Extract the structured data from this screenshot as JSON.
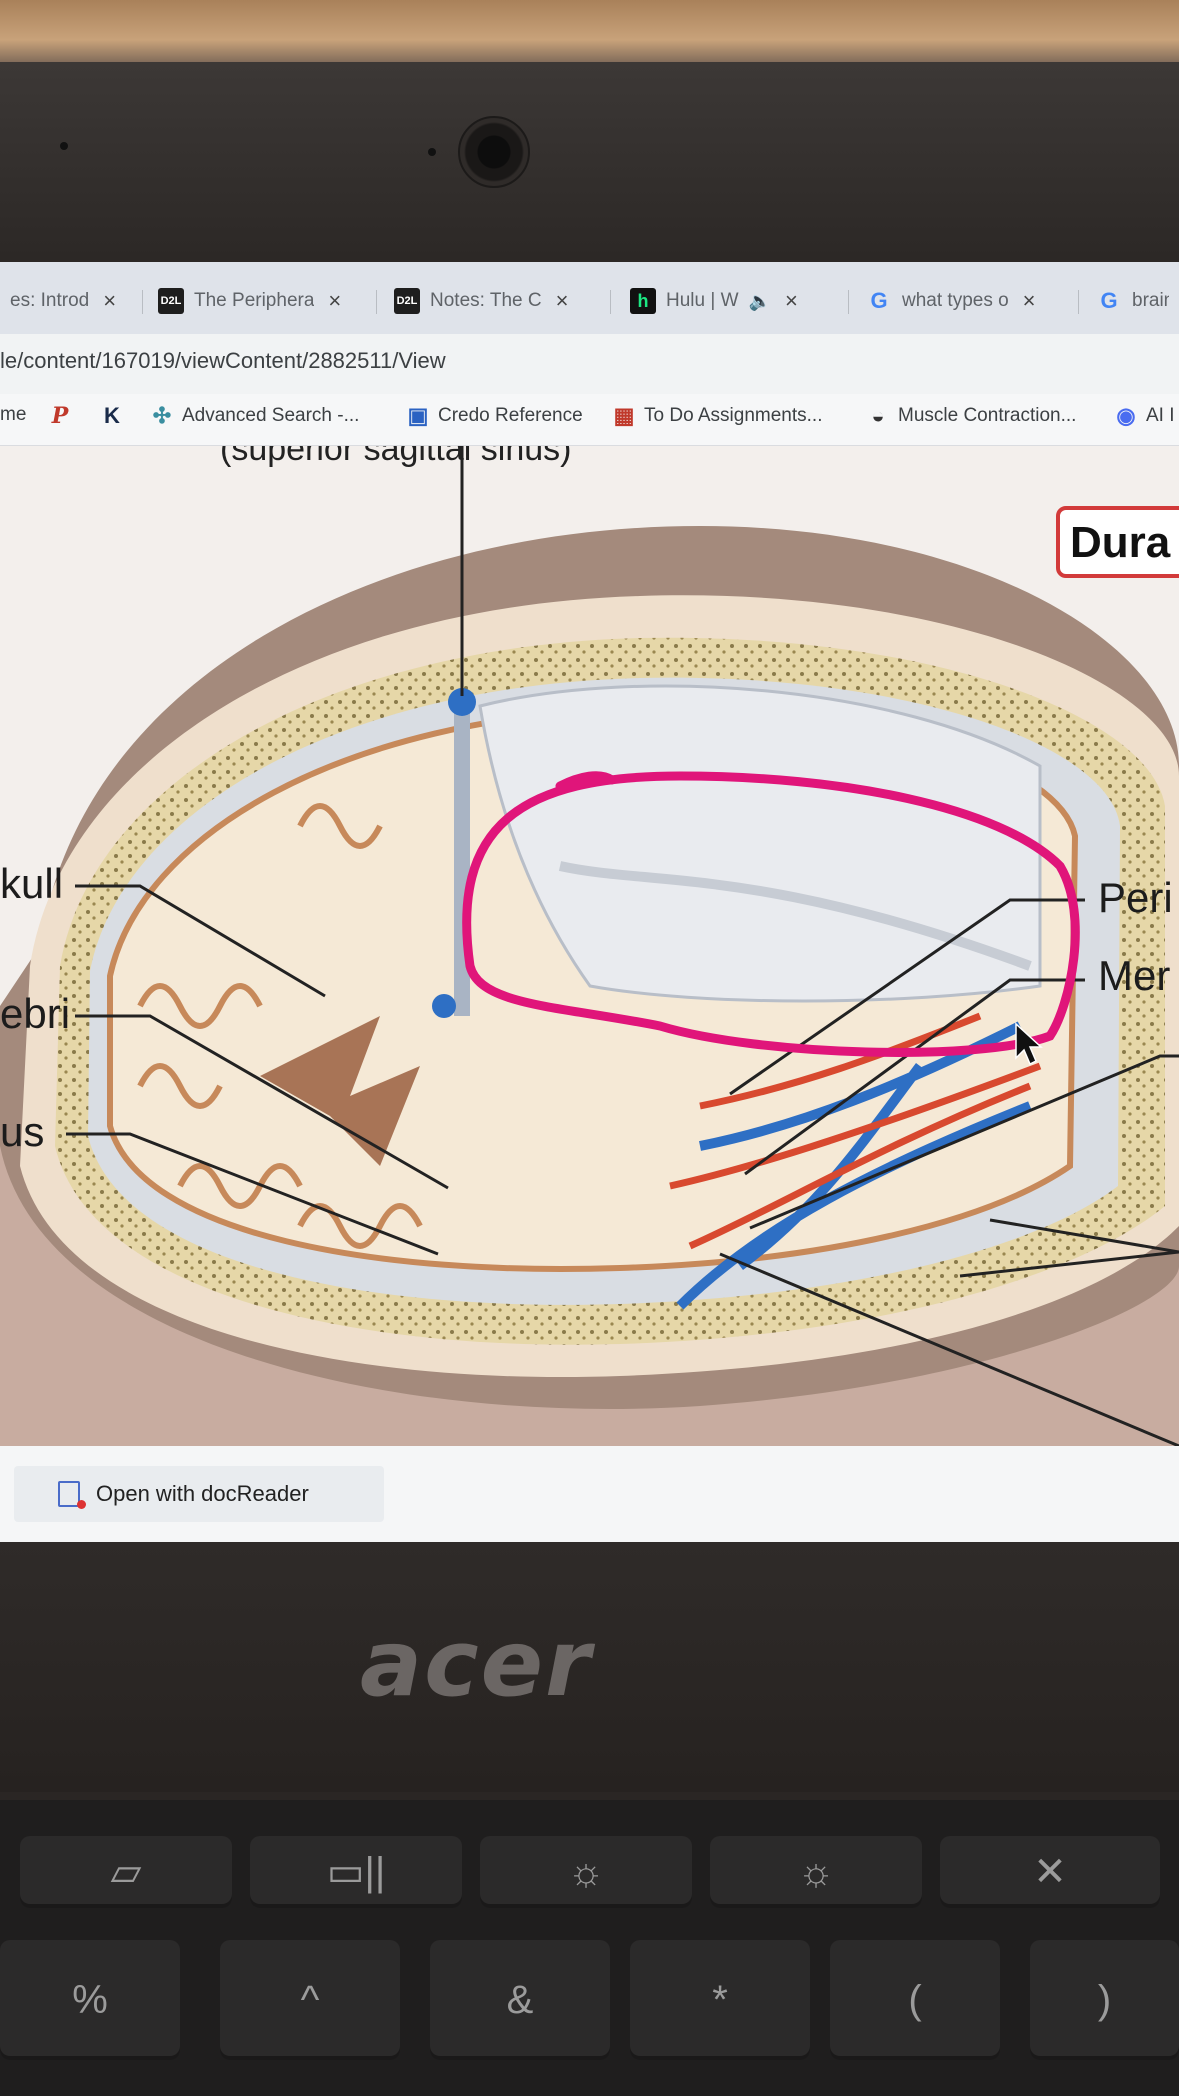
{
  "browser": {
    "tabs": [
      {
        "label": "es: Introd",
        "favicon": ""
      },
      {
        "label": "The Periphera",
        "favicon": "D2L"
      },
      {
        "label": "Notes: The C",
        "favicon": "D2L"
      },
      {
        "label": "Hulu | W",
        "favicon": "h"
      },
      {
        "label": "what types o",
        "favicon": "G"
      },
      {
        "label": "brain",
        "favicon": "G"
      }
    ],
    "url": "le/content/167019/viewContent/2882511/View",
    "bookmarks": [
      {
        "label": "me",
        "icon": ""
      },
      {
        "label": "",
        "icon": "P"
      },
      {
        "label": "",
        "icon": "K"
      },
      {
        "label": "Advanced Search -...",
        "icon": "✣"
      },
      {
        "label": "Credo Reference",
        "icon": "▣"
      },
      {
        "label": "To Do Assignments...",
        "icon": "▦"
      },
      {
        "label": "Muscle Contraction...",
        "icon": "◒"
      },
      {
        "label": "AI I",
        "icon": "◉"
      }
    ]
  },
  "diagram": {
    "labels": {
      "sinus_top": "(superior sagittal sinus)",
      "skull": "kull",
      "cerebri": "ebri",
      "sinus": "us",
      "dura": "Dura",
      "periosteal": "Peri",
      "meningeal": "Mer"
    }
  },
  "footer": {
    "docreader_label": "Open with docReader"
  },
  "device": {
    "brand": "acer",
    "keys_top": [
      "▱",
      "▭||",
      "☼",
      "☼",
      "✕"
    ],
    "keys_bottom": [
      "%",
      "^",
      "&",
      "*",
      "(",
      ")"
    ]
  },
  "colors": {
    "annotation": "#e0157a",
    "artery": "#d8492f",
    "vein": "#2e6fc4",
    "dura_box": "#d23a3a"
  }
}
